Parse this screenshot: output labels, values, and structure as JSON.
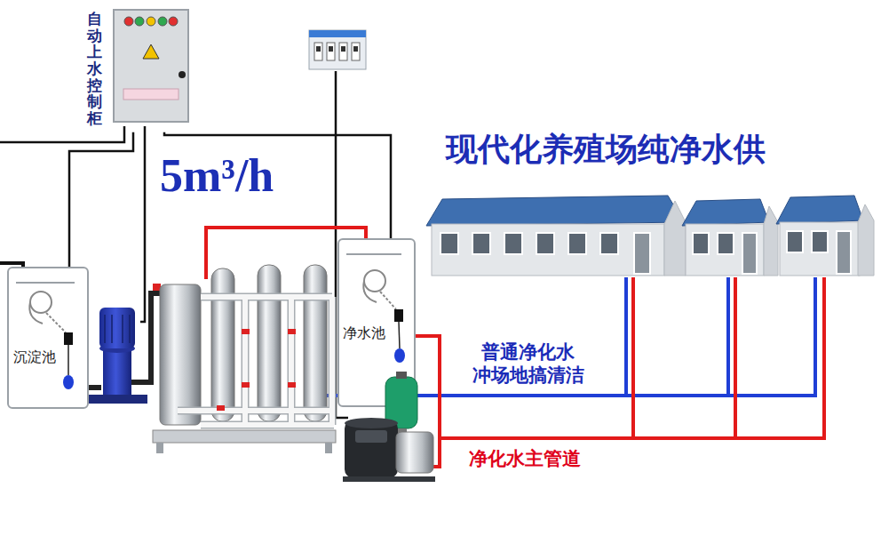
{
  "diagram": {
    "title": "现代化养殖场纯净水供",
    "nodes": [
      {
        "text": [
          "自动上水控制柜"
        ]
      },
      {
        "text": [
          "沉淀池"
        ]
      },
      {
        "text": [
          "净水池"
        ]
      }
    ],
    "edges": [
      {
        "from": 0,
        "to": 1,
        "arrow": "none"
      },
      {
        "from": 0,
        "to": 2,
        "arrow": "none"
      }
    ],
    "labels": [
      "5m³/h",
      "普通净化水 冲场地搞清洁",
      "净化水主管道"
    ]
  }
}
